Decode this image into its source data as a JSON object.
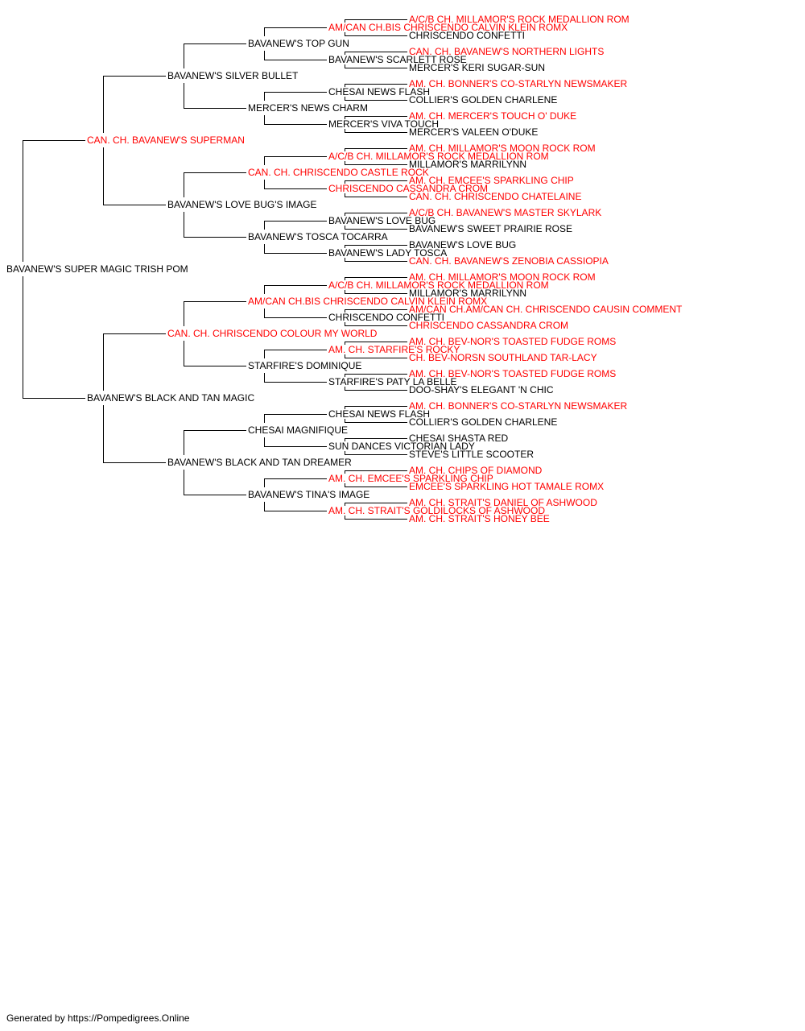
{
  "colors": {
    "champion": "#ff0000",
    "normal": "#000000",
    "connector": "#000000"
  },
  "pedigree": [
    {
      "name": "BAVANEW'S SUPER MAGIC TRISH POM",
      "gen": 0,
      "champion": false
    },
    {
      "name": "CAN. CH. BAVANEW'S SUPERMAN",
      "gen": 1,
      "champion": true
    },
    {
      "name": "BAVANEW'S BLACK AND TAN MAGIC",
      "gen": 1,
      "champion": false
    },
    {
      "name": "BAVANEW'S SILVER BULLET",
      "gen": 2,
      "champion": false
    },
    {
      "name": "BAVANEW'S LOVE BUG'S IMAGE",
      "gen": 2,
      "champion": false
    },
    {
      "name": "CAN. CH. CHRISCENDO COLOUR MY WORLD",
      "gen": 2,
      "champion": true
    },
    {
      "name": "BAVANEW'S BLACK AND TAN DREAMER",
      "gen": 2,
      "champion": false
    },
    {
      "name": "BAVANEW'S TOP GUN",
      "gen": 3,
      "champion": false
    },
    {
      "name": "MERCER'S NEWS CHARM",
      "gen": 3,
      "champion": false
    },
    {
      "name": "CAN. CH. CHRISCENDO CASTLE ROCK",
      "gen": 3,
      "champion": true
    },
    {
      "name": "BAVANEW'S TOSCA TOCARRA",
      "gen": 3,
      "champion": false
    },
    {
      "name": "AM/CAN CH.BIS CHRISCENDO CALVIN KLEIN ROMX",
      "gen": 3,
      "champion": true
    },
    {
      "name": "STARFIRE'S DOMINIQUE",
      "gen": 3,
      "champion": false
    },
    {
      "name": "CHESAI MAGNIFIQUE",
      "gen": 3,
      "champion": false
    },
    {
      "name": "BAVANEW'S TINA'S IMAGE",
      "gen": 3,
      "champion": false
    },
    {
      "name": "AM/CAN CH.BIS CHRISCENDO CALVIN KLEIN ROMX",
      "gen": 4,
      "champion": true
    },
    {
      "name": "BAVANEW'S SCARLETT ROSE",
      "gen": 4,
      "champion": false
    },
    {
      "name": "CHESAI NEWS FLASH",
      "gen": 4,
      "champion": false
    },
    {
      "name": "MERCER'S VIVA TOUCH",
      "gen": 4,
      "champion": false
    },
    {
      "name": "A/C/B CH. MILLAMOR'S ROCK MEDALLION ROM",
      "gen": 4,
      "champion": true
    },
    {
      "name": "CHRISCENDO CASSANDRA CROM",
      "gen": 4,
      "champion": true
    },
    {
      "name": "BAVANEW'S LOVE BUG",
      "gen": 4,
      "champion": false
    },
    {
      "name": "BAVANEW'S LADY TOSCA",
      "gen": 4,
      "champion": false
    },
    {
      "name": "A/C/B CH. MILLAMOR'S ROCK MEDALLION ROM",
      "gen": 4,
      "champion": true
    },
    {
      "name": "CHRISCENDO CONFETTI",
      "gen": 4,
      "champion": false
    },
    {
      "name": "AM. CH. STARFIRE'S ROCKY",
      "gen": 4,
      "champion": true
    },
    {
      "name": "STARFIRE'S PATY LA BELLE",
      "gen": 4,
      "champion": false
    },
    {
      "name": "CHESAI NEWS FLASH",
      "gen": 4,
      "champion": false
    },
    {
      "name": "SUN DANCES VICTORIAN LADY",
      "gen": 4,
      "champion": false
    },
    {
      "name": "AM. CH. EMCEE'S SPARKLING CHIP",
      "gen": 4,
      "champion": true
    },
    {
      "name": "AM. CH. STRAIT'S GOLDILOCKS OF ASHWOOD",
      "gen": 4,
      "champion": true
    },
    {
      "name": "A/C/B CH. MILLAMOR'S ROCK MEDALLION ROM",
      "gen": 5,
      "champion": true
    },
    {
      "name": "CHRISCENDO CONFETTI",
      "gen": 5,
      "champion": false
    },
    {
      "name": "CAN. CH. BAVANEW'S NORTHERN LIGHTS",
      "gen": 5,
      "champion": true
    },
    {
      "name": "MERCER'S KERI SUGAR-SUN",
      "gen": 5,
      "champion": false
    },
    {
      "name": "AM. CH. BONNER'S CO-STARLYN NEWSMAKER",
      "gen": 5,
      "champion": true
    },
    {
      "name": "COLLIER'S GOLDEN CHARLENE",
      "gen": 5,
      "champion": false
    },
    {
      "name": "AM. CH. MERCER'S TOUCH O' DUKE",
      "gen": 5,
      "champion": true
    },
    {
      "name": "MERCER'S VALEEN O'DUKE",
      "gen": 5,
      "champion": false
    },
    {
      "name": "AM. CH. MILLAMOR'S MOON ROCK ROM",
      "gen": 5,
      "champion": true
    },
    {
      "name": "MILLAMOR'S MARRILYNN",
      "gen": 5,
      "champion": false
    },
    {
      "name": "AM. CH. EMCEE'S SPARKLING CHIP",
      "gen": 5,
      "champion": true
    },
    {
      "name": "CAN. CH. CHRISCENDO CHATELAINE",
      "gen": 5,
      "champion": true
    },
    {
      "name": "A/C/B CH. BAVANEW'S MASTER SKYLARK",
      "gen": 5,
      "champion": true
    },
    {
      "name": "BAVANEW'S SWEET PRAIRIE ROSE",
      "gen": 5,
      "champion": false
    },
    {
      "name": "BAVANEW'S LOVE BUG",
      "gen": 5,
      "champion": false
    },
    {
      "name": "CAN. CH. BAVANEW'S ZENOBIA CASSIOPIA",
      "gen": 5,
      "champion": true
    },
    {
      "name": "AM. CH. MILLAMOR'S MOON ROCK ROM",
      "gen": 5,
      "champion": true
    },
    {
      "name": "MILLAMOR'S MARRILYNN",
      "gen": 5,
      "champion": false
    },
    {
      "name": "AM/CAN CH.AM/CAN CH. CHRISCENDO CAUSIN COMMENT",
      "gen": 5,
      "champion": true
    },
    {
      "name": "CHRISCENDO CASSANDRA CROM",
      "gen": 5,
      "champion": true
    },
    {
      "name": "AM. CH. BEV-NOR'S TOASTED FUDGE ROMS",
      "gen": 5,
      "champion": true
    },
    {
      "name": "CH. BEV-NORSN SOUTHLAND TAR-LACY",
      "gen": 5,
      "champion": true
    },
    {
      "name": "AM. CH. BEV-NOR'S TOASTED FUDGE ROMS",
      "gen": 5,
      "champion": true
    },
    {
      "name": "DOO-SHAY'S ELEGANT 'N CHIC",
      "gen": 5,
      "champion": false
    },
    {
      "name": "AM. CH. BONNER'S CO-STARLYN NEWSMAKER",
      "gen": 5,
      "champion": true
    },
    {
      "name": "COLLIER'S GOLDEN CHARLENE",
      "gen": 5,
      "champion": false
    },
    {
      "name": "CHESAI SHASTA RED",
      "gen": 5,
      "champion": false
    },
    {
      "name": "STEVE'S LITTLE SCOOTER",
      "gen": 5,
      "champion": false
    },
    {
      "name": "AM. CH. CHIPS OF DIAMOND",
      "gen": 5,
      "champion": true
    },
    {
      "name": "EMCEE'S SPARKLING HOT TAMALE ROMX",
      "gen": 5,
      "champion": true
    },
    {
      "name": "AM. CH. STRAIT'S DANIEL OF ASHWOOD",
      "gen": 5,
      "champion": true
    },
    {
      "name": "AM. CH. STRAIT'S HONEY BEE",
      "gen": 5,
      "champion": true
    }
  ],
  "footer": "Generated by https://Pompedigrees.Online"
}
